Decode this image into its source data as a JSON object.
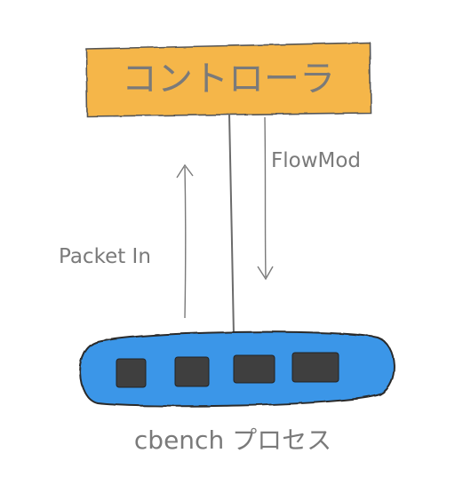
{
  "controller": {
    "label": "コントローラ",
    "color": "#f5b64a"
  },
  "switch": {
    "label": "cbench プロセス",
    "color": "#3a96e8",
    "port_count": 4
  },
  "messages": {
    "upward": "Packet In",
    "downward": "FlowMod"
  },
  "colors": {
    "line": "#6b6b6b",
    "text": "#7a7a7a",
    "port": "#3f3f3f"
  }
}
